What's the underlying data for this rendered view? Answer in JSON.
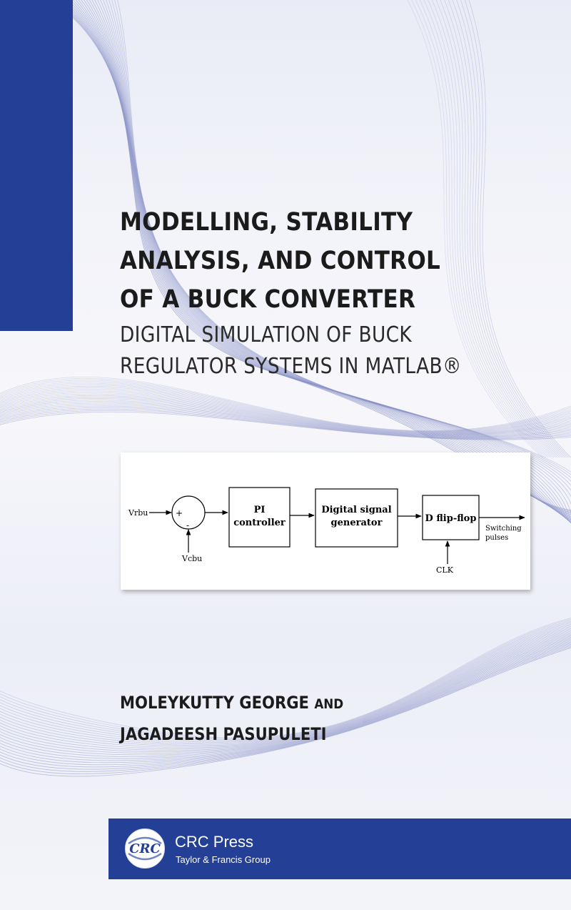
{
  "book": {
    "title_lines": [
      "MODELLING, STABILITY",
      "ANALYSIS, AND CONTROL",
      "OF A BUCK CONVERTER"
    ],
    "subtitle_lines": [
      "DIGITAL SIMULATION OF BUCK",
      "REGULATOR SYSTEMS IN MATLAB®"
    ],
    "authors": {
      "first": "MOLEYKUTTY GEORGE",
      "conjunction": "AND",
      "second": "JAGADEESH PASUPULETI"
    }
  },
  "figure": {
    "input_label": "Vrbu",
    "feedback_label": "Vcbu",
    "sum_plus": "+",
    "sum_minus": "-",
    "pi_line1": "PI",
    "pi_line2": "controller",
    "dsg_line1": "Digital signal",
    "dsg_line2": "generator",
    "dff_label": "D flip-flop",
    "clk_label": "CLK",
    "output_line1": "Switching",
    "output_line2": "pulses"
  },
  "publisher": {
    "logo_text": "CRC",
    "name": "CRC Press",
    "group": "Taylor & Francis Group"
  },
  "colors": {
    "brand_blue": "#233f96",
    "wave_line": "#8a93c8",
    "title_text": "#1b1b1b"
  }
}
